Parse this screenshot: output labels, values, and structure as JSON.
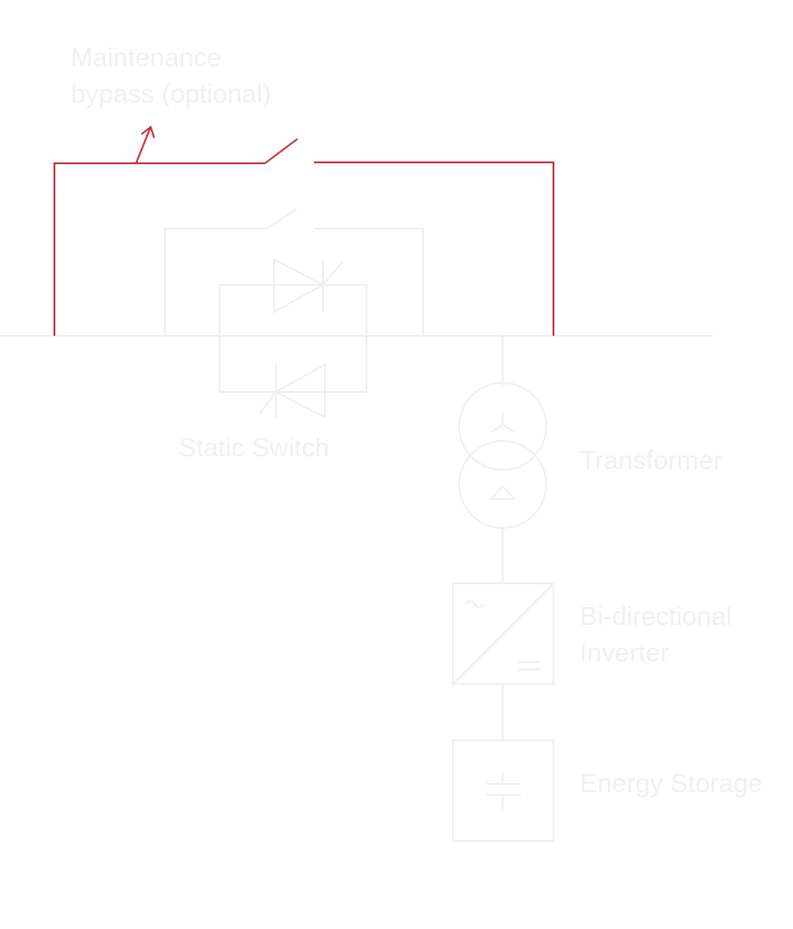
{
  "colors": {
    "bypass": "#c8323b",
    "component": "#efefef",
    "label": "#f0f0f0",
    "background": "#ffffff"
  },
  "labels": {
    "maintenance_bypass_line1": "Maintenance",
    "maintenance_bypass_line2": "bypass (optional)",
    "static_switch": "Static Switch",
    "transformer": "Transformer",
    "inverter_line1": "Bi-directional",
    "inverter_line2": "Inverter",
    "energy_storage": "Energy Storage"
  },
  "icons": {
    "bypass_switch": "open-switch-icon",
    "static_switch": "thyristor-pair-icon",
    "transformer": "wye-delta-transformer-icon",
    "inverter": "ac-dc-inverter-icon",
    "energy_storage": "capacitor-icon"
  }
}
